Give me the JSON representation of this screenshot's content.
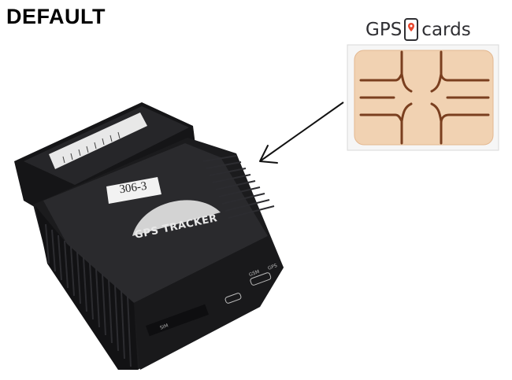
{
  "header": {
    "mode_label": "DEFAULT"
  },
  "brand": {
    "left_text": "GPS",
    "right_text": "cards",
    "pin_color": "#e8452c",
    "icon": "map-pin-icon"
  },
  "tracker": {
    "label_code": "306-3",
    "logo_text": "GPS TRACKER",
    "leds": {
      "gsm": "GSM",
      "gps": "GPS"
    },
    "port": {
      "sim": "SIM"
    }
  },
  "colors": {
    "sim_gold": "#f1d2b2",
    "sim_line": "#7a3f1f",
    "device_black": "#1b1b1d"
  }
}
